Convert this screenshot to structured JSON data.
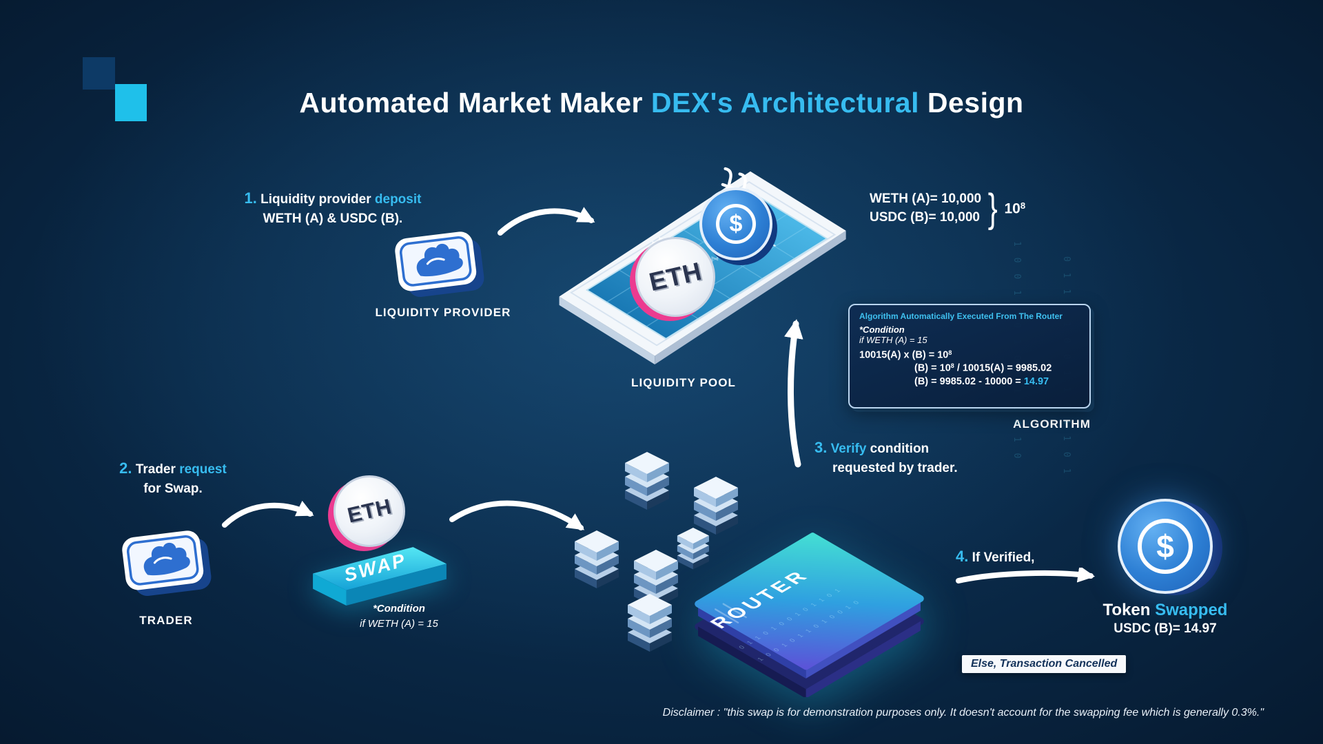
{
  "title": {
    "pre": "Automated Market Maker ",
    "highlight": "DEX's Architectural",
    "post": " Design"
  },
  "steps": {
    "one": {
      "num": "1.",
      "t1": "Liquidity provider ",
      "hl": "deposit",
      "line2": "WETH (A) & USDC (B)."
    },
    "two": {
      "num": "2.",
      "t1": "Trader ",
      "hl": "request",
      "line2": "for Swap."
    },
    "three": {
      "num": "3.",
      "hl": "Verify",
      "t1": " condition",
      "line2": "requested by trader."
    },
    "four": {
      "num": "4.",
      "t1": "If Verified,"
    }
  },
  "labels": {
    "liquidity_provider": "LIQUIDITY PROVIDER",
    "liquidity_pool": "LIQUIDITY POOL",
    "trader": "TRADER",
    "algorithm": "ALGORITHM",
    "router": "ROUTER",
    "swap": "SWAP",
    "eth_coin": "ETH",
    "usdc_symbol": "$"
  },
  "pool_reserves": {
    "weth": "WETH (A)= 10,000",
    "usdc": "USDC (B)= 10,000",
    "brace": "}",
    "product_base": "10",
    "product_exp": "8"
  },
  "algorithm_box": {
    "title": "Algorithm Automatically Executed From The Router",
    "condition_label": "*Condition",
    "condition_value": "if WETH (A) = 15",
    "eq1_pre": "10015(A) x (B) = 10",
    "eq1_exp": "8",
    "eq2_p1": "(B) = 10",
    "eq2_exp": "8",
    "eq2_p2": " / 10015(A) = 9985.02",
    "eq3_pre": "(B) = 9985.02 - 10000 = ",
    "eq3_result": "14.97"
  },
  "swap_condition": {
    "label": "*Condition",
    "value": "if WETH (A) = 15"
  },
  "outcome": {
    "token_pre": "Token ",
    "token_hl": "Swapped",
    "amount": "USDC (B)= 14.97",
    "else_note": "Else, Transaction Cancelled"
  },
  "disclaimer": "Disclaimer : \"this swap is for demonstration purposes only. It doesn't account for the swapping fee which is generally 0.3%.\"",
  "decor": {
    "binary_col1": "1 0 0 1 1 0 1 0 0 1 1 0 1 0",
    "binary_col2": "0 1 1 0 1 0 0 1 1 0 1 1 0 1",
    "router_bits1": "0 1 1 0 1 0 0 1 0 1 1 0 1",
    "router_bits2": "1 0 0 1 0 1 1 0 1 0 0 1 0"
  },
  "colors": {
    "accent": "#37bcf0",
    "background_center": "#0e3458",
    "background_edge": "#061a30",
    "usdc_blue": "#2775ca",
    "eth_pink": "#ec3b90",
    "router_teal": "#43dcd4",
    "router_purple": "#5a55d8"
  }
}
